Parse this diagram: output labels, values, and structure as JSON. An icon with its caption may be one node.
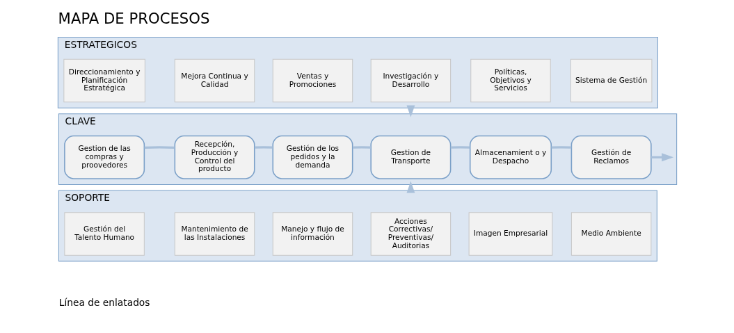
{
  "diagram": {
    "title": "MAPA DE PROCESOS",
    "nodes": [
      {
        "text": [
          "ESTRATEGICOS"
        ]
      },
      {
        "text": [
          "Direccionamiento y Planificación Estratégica"
        ],
        "in": 0
      },
      {
        "text": [
          "Mejora Continua y Calidad"
        ],
        "in": 0
      },
      {
        "text": [
          "Ventas y Promociones"
        ],
        "in": 0
      },
      {
        "text": [
          "Investigación y Desarrollo"
        ],
        "in": 0
      },
      {
        "text": [
          "Políticas, Objetivos y Servicios"
        ],
        "in": 0
      },
      {
        "text": [
          "Sistema de Gestión"
        ],
        "in": 0
      },
      {
        "text": [
          "CLAVE"
        ]
      },
      {
        "text": [
          "Gestion de las compras y proovedores"
        ],
        "in": 7
      },
      {
        "text": [
          "Recepción, Producción y Control del producto"
        ],
        "in": 7
      },
      {
        "text": [
          "Gestión de los pedidos y la demanda"
        ],
        "in": 7
      },
      {
        "text": [
          "Gestion de Transporte"
        ],
        "in": 7
      },
      {
        "text": [
          "Almacenamient o y Despacho"
        ],
        "in": 7
      },
      {
        "text": [
          "Gestión de Reclamos"
        ],
        "in": 7
      },
      {
        "text": [
          "SOPORTE"
        ]
      },
      {
        "text": [
          "Gestión del Talento Humano"
        ],
        "in": 14
      },
      {
        "text": [
          "Mantenimiento de las Instalaciones"
        ],
        "in": 14
      },
      {
        "text": [
          "Manejo y flujo de información"
        ],
        "in": 14
      },
      {
        "text": [
          "Acciones Correctivas/ Preventivas/ Auditorias"
        ],
        "in": 14
      },
      {
        "text": [
          "Imagen Empresarial"
        ],
        "in": 14
      },
      {
        "text": [
          "Medio Ambiente"
        ],
        "in": 14
      }
    ],
    "edges": [
      {
        "from": 0,
        "to": 7,
        "arrow": "to"
      },
      {
        "from": 14,
        "to": 7,
        "arrow": "to"
      },
      {
        "from": 8,
        "to": 9,
        "arrow": "none"
      },
      {
        "from": 9,
        "to": 10,
        "arrow": "none"
      },
      {
        "from": 10,
        "to": 11,
        "arrow": "none"
      },
      {
        "from": 11,
        "to": 12,
        "arrow": "none"
      },
      {
        "from": 12,
        "to": 13,
        "arrow": "none"
      },
      {
        "from": 13,
        "to": null,
        "arrow": "to"
      }
    ],
    "labels": [
      "Línea de enlatados"
    ]
  }
}
